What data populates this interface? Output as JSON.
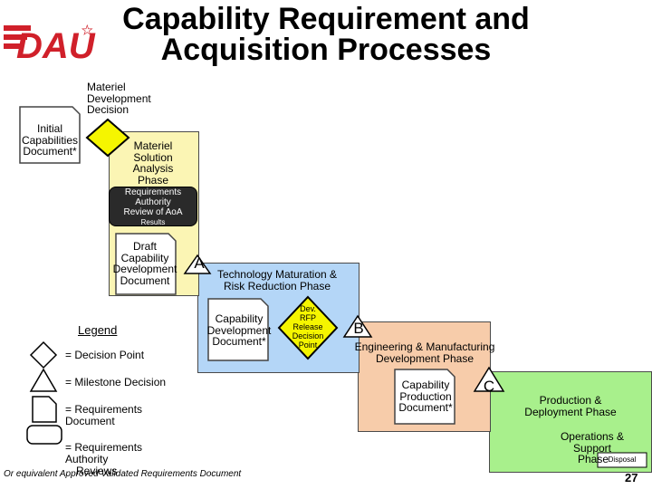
{
  "title": {
    "line1": "Capability Requirement and",
    "line2": "Acquisition Processes"
  },
  "logo": {
    "text": "DAU"
  },
  "decisions": {
    "mdd": "Materiel Development Decision",
    "dev_rfp": [
      "Dev.",
      "RFP",
      "Release",
      "Decision",
      "Point"
    ]
  },
  "documents": {
    "icd": [
      "Initial",
      "Capabilities",
      "Document*"
    ],
    "draft_cdd": [
      "Draft",
      "Capability",
      "Development",
      "Document"
    ],
    "cdd": [
      "Capability",
      "Development",
      "Document*"
    ],
    "cpd": [
      "Capability",
      "Production",
      "Document*"
    ]
  },
  "phases": {
    "msa": [
      "Materiel",
      "Solution",
      "Analysis",
      "Phase"
    ],
    "tmrr": [
      "Technology Maturation &",
      "Risk Reduction Phase"
    ],
    "emd": [
      "Engineering & Manufacturing",
      "Development Phase"
    ],
    "pd": [
      "Production &",
      "Deployment Phase"
    ],
    "os": [
      "Operations &",
      "Support",
      "Phase"
    ]
  },
  "review": [
    "Requirements",
    "Authority",
    "Review of AoA",
    "Results"
  ],
  "milestones": {
    "a": "A",
    "b": "B",
    "c": "C"
  },
  "disposal": "Disposal",
  "legend": {
    "title": "Legend",
    "decision_point": "= Decision Point",
    "milestone_decision": "= Milestone Decision",
    "requirements_document": [
      "= Requirements",
      "Document"
    ],
    "requirements_authority_reviews": [
      "= Requirements",
      "Authority",
      "Reviews"
    ]
  },
  "footnote": "Or equivalent Approved Validated Requirements Document",
  "page_number": "27",
  "colors": {
    "msa_fill": "#fbf5b4",
    "tmrr_fill": "#b4d6f7",
    "emd_fill": "#f7ccaa",
    "pd_fill": "#a8f08c",
    "os_fill": "#ffffff",
    "decision_fill": "#f5f500",
    "logo_red": "#d0202a"
  }
}
